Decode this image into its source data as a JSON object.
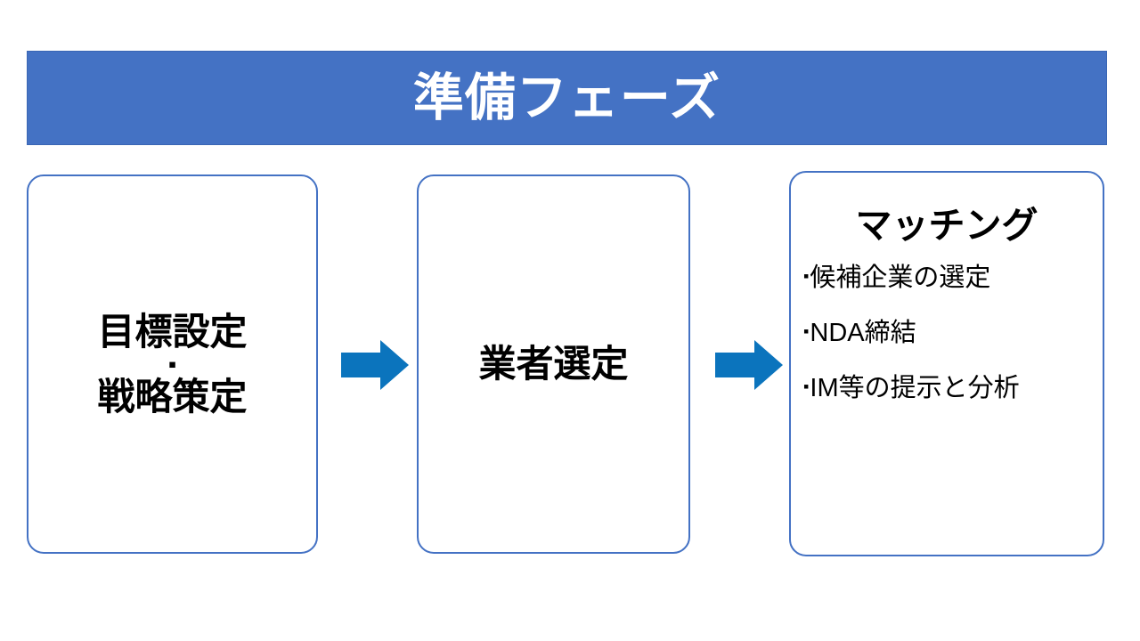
{
  "slide": {
    "background_color": "#FFFFFF",
    "banner_color": "#4472C4",
    "box_border_color": "#4472C4",
    "arrow_color": "#0B74BD",
    "text_color": "#000000"
  },
  "header": {
    "title": "準備フェーズ"
  },
  "boxes": [
    {
      "id": "box-1",
      "line_1": "目標設定",
      "separator": "▪",
      "line_2": "戦略策定"
    },
    {
      "id": "box-2",
      "title": "業者選定"
    },
    {
      "id": "box-3",
      "heading": "マッチング",
      "bullet_mark": "▪",
      "bullets": [
        "候補企業の選定",
        "NDA締結",
        "IM等の提示と分析"
      ]
    }
  ],
  "arrows": [
    {
      "id": "arrow-1",
      "direction": "right"
    },
    {
      "id": "arrow-2",
      "direction": "right"
    }
  ]
}
